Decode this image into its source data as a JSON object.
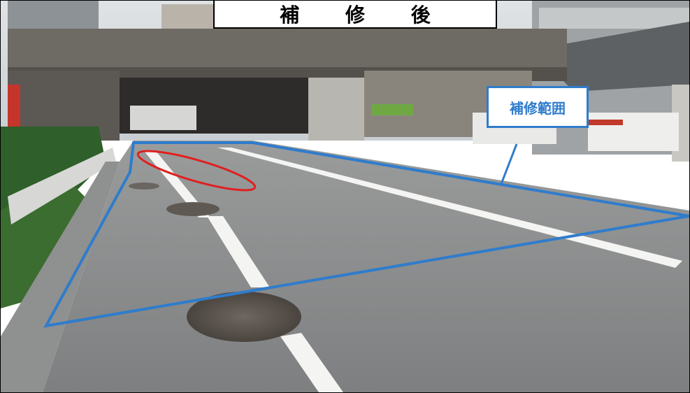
{
  "title": "補 修 後",
  "annotation": {
    "label": "補修範囲",
    "outline_color": "#2f7ccc",
    "highlight_color": "#e02020"
  },
  "scene": {
    "description_icon": "road-photo"
  }
}
